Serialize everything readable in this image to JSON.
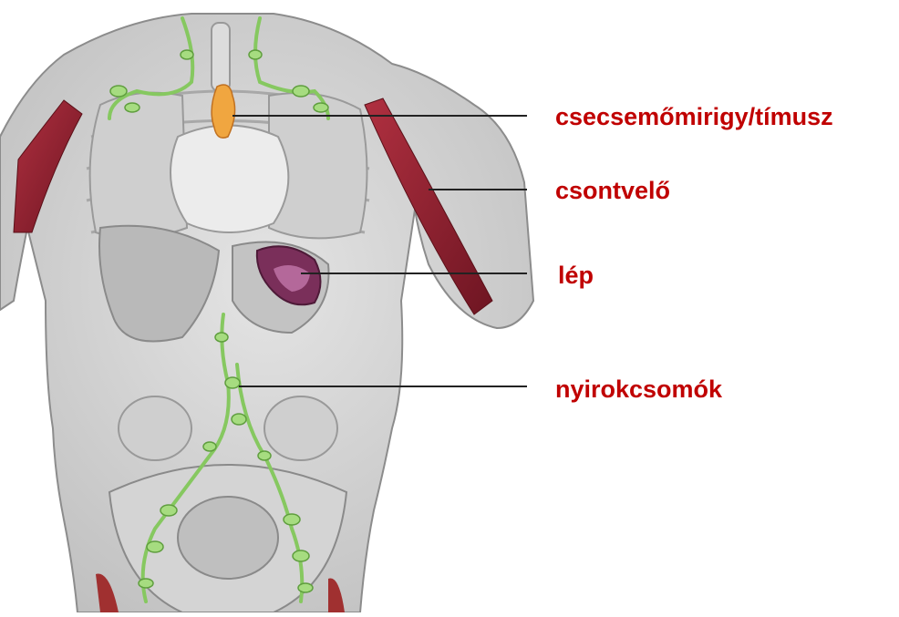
{
  "diagram": {
    "labels": {
      "thymus": "csecsemőmirigy/tímusz",
      "bone_marrow": "csontvelő",
      "spleen": "lép",
      "lymph_nodes": "nyirokcsomók"
    }
  },
  "colors": {
    "label_text": "#c00000",
    "leader_line": "#222222",
    "body_gray": "#d8d8d8",
    "lymph_green": "#9fd97a",
    "marrow_red": "#8a1f2a",
    "spleen_purple": "#7a2f5a",
    "thymus_orange": "#f0a640"
  }
}
